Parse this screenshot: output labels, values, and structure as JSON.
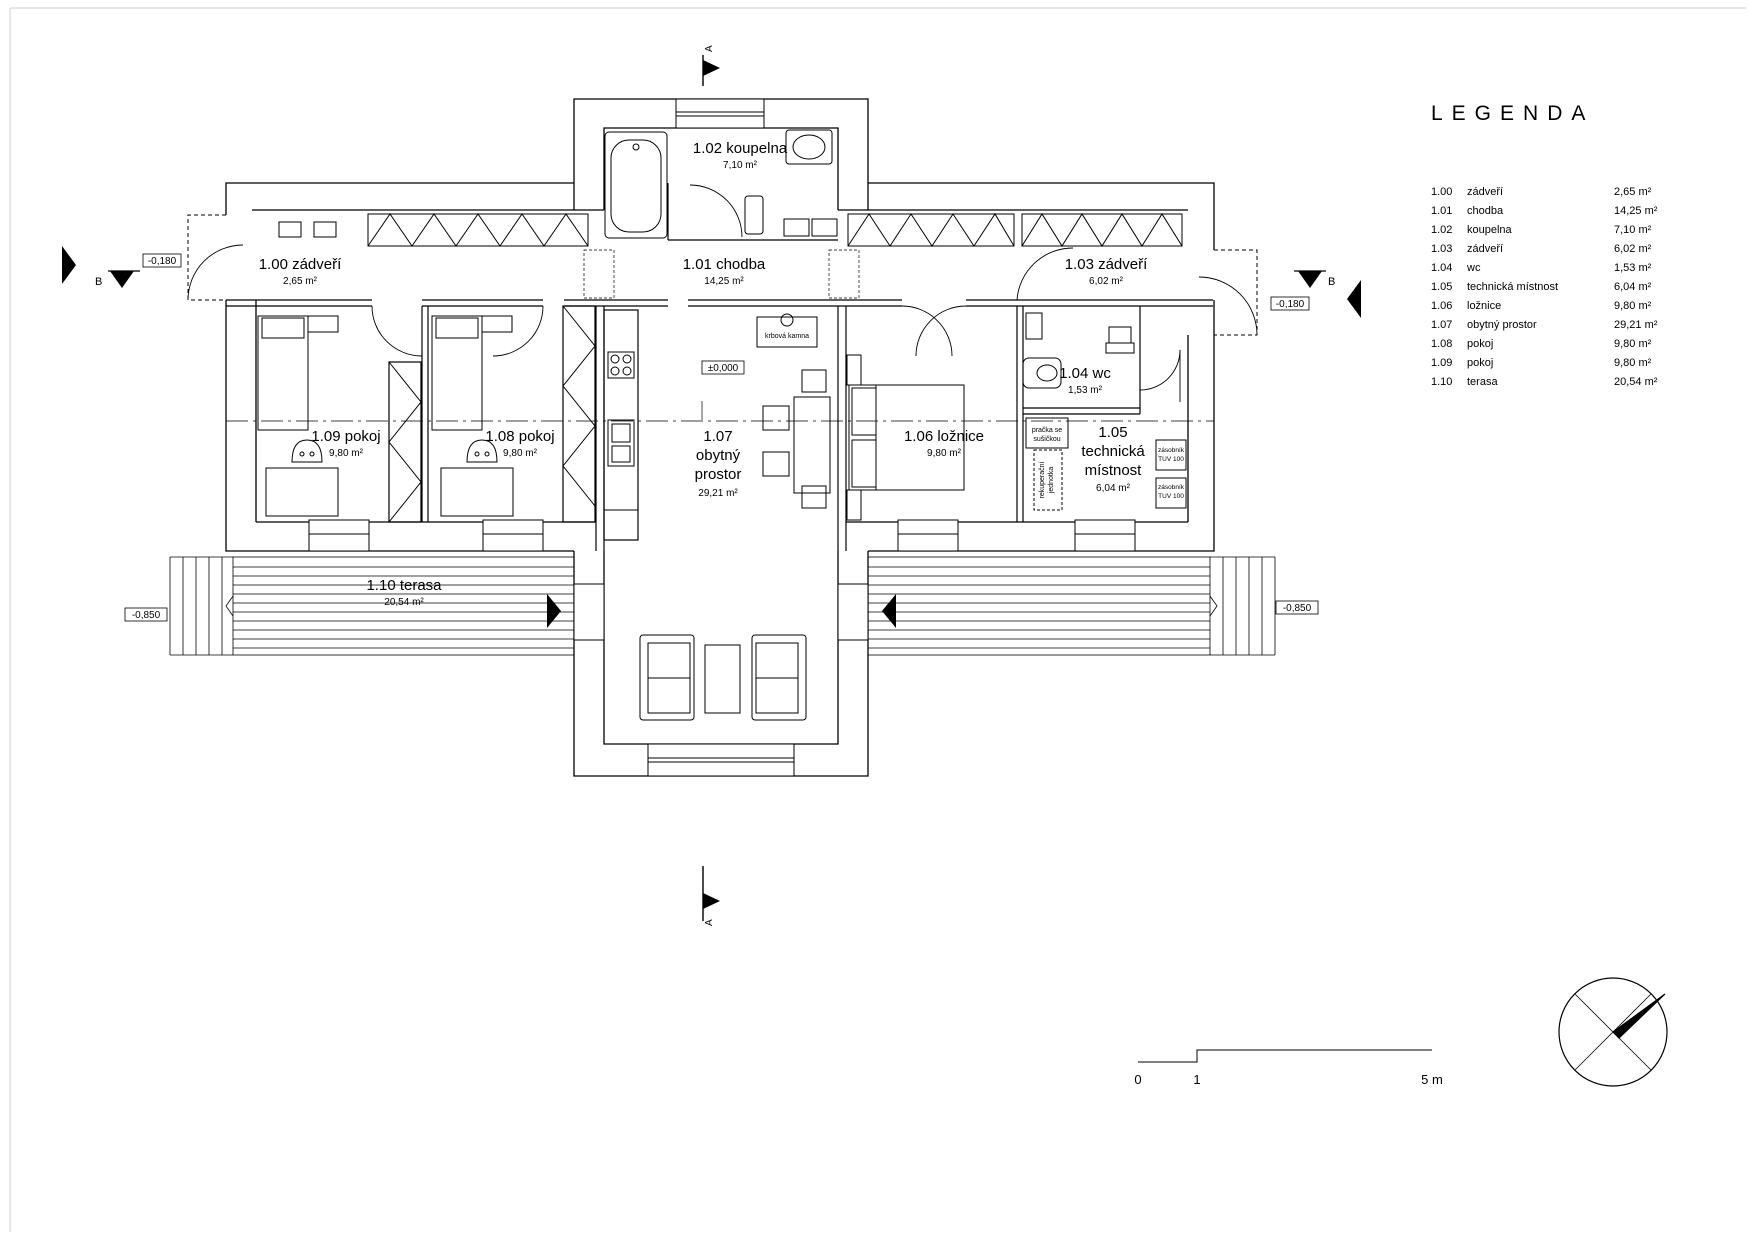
{
  "legend": {
    "title": "LEGENDA",
    "items": [
      {
        "code": "1.00",
        "name": "zádveří",
        "area": "2,65 m²"
      },
      {
        "code": "1.01",
        "name": "chodba",
        "area": "14,25 m²"
      },
      {
        "code": "1.02",
        "name": "koupelna",
        "area": "7,10 m²"
      },
      {
        "code": "1.03",
        "name": "zádveří",
        "area": "6,02 m²"
      },
      {
        "code": "1.04",
        "name": "wc",
        "area": "1,53 m²"
      },
      {
        "code": "1.05",
        "name": "technická místnost",
        "area": "6,04 m²"
      },
      {
        "code": "1.06",
        "name": "ložnice",
        "area": "9,80 m²"
      },
      {
        "code": "1.07",
        "name": "obytný prostor",
        "area": "29,21 m²"
      },
      {
        "code": "1.08",
        "name": "pokoj",
        "area": "9,80 m²"
      },
      {
        "code": "1.09",
        "name": "pokoj",
        "area": "9,80 m²"
      },
      {
        "code": "1.10",
        "name": "terasa",
        "area": "20,54 m²"
      }
    ]
  },
  "rooms": {
    "r100": {
      "name": "1.00 zádveří",
      "area": "2,65 m²"
    },
    "r101": {
      "name": "1.01 chodba",
      "area": "14,25 m²"
    },
    "r102": {
      "name": "1.02 koupelna",
      "area": "7,10 m²"
    },
    "r103": {
      "name": "1.03 zádveří",
      "area": "6,02 m²"
    },
    "r104": {
      "name": "1.04 wc",
      "area": "1,53 m²"
    },
    "r105": {
      "line1": "1.05",
      "line2": "technická",
      "line3": "místnost",
      "area": "6,04 m²"
    },
    "r106": {
      "name": "1.06 ložnice",
      "area": "9,80 m²"
    },
    "r107": {
      "line1": "1.07",
      "line2": "obytný",
      "line3": "prostor",
      "area": "29,21 m²"
    },
    "r108": {
      "name": "1.08 pokoj",
      "area": "9,80 m²"
    },
    "r109": {
      "name": "1.09 pokoj",
      "area": "9,80 m²"
    },
    "r110": {
      "name": "1.10 terasa",
      "area": "20,54 m²"
    }
  },
  "fixtures": {
    "fireplace": "krbová kamna",
    "washer_l1": "pračka se",
    "washer_l2": "sušičkou",
    "recuperation_l1": "rekuperační",
    "recuperation_l2": "jednotka",
    "boiler_l1": "zásobník",
    "boiler_l2": "TUV 100"
  },
  "levels": {
    "zero": "±0,000",
    "entry": "-0,180",
    "terrace": "-0,850"
  },
  "sections": {
    "a": "A",
    "b": "B"
  },
  "scale": {
    "label_0": "0",
    "label_1": "1",
    "label_5": "5 m"
  }
}
